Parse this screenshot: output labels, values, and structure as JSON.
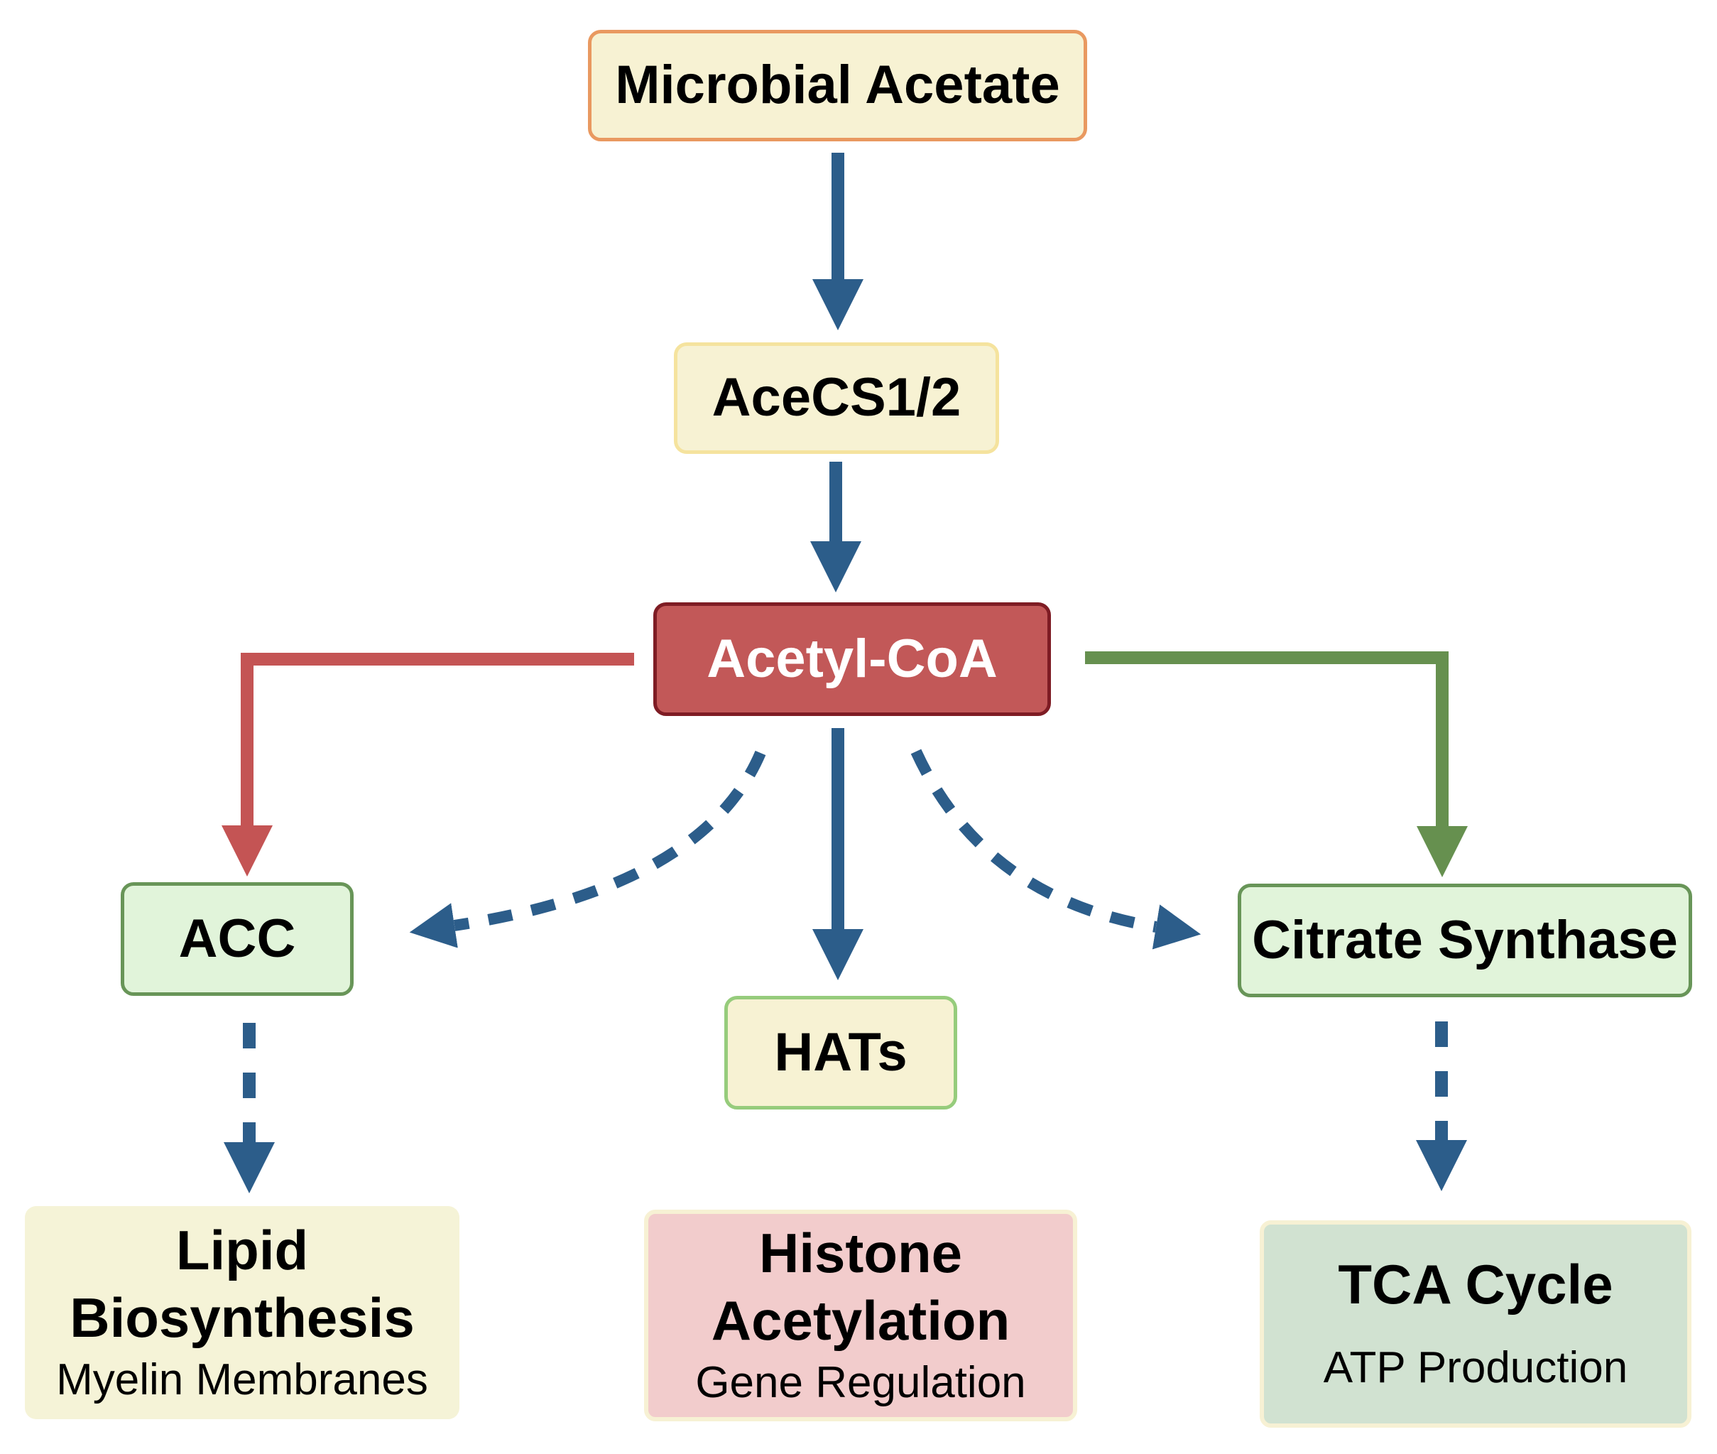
{
  "nodes": {
    "microbial_acetate": {
      "title": "Microbial Acetate"
    },
    "acecs": {
      "title": "AceCS1/2"
    },
    "acetyl_coa": {
      "title": "Acetyl-CoA"
    },
    "acc": {
      "title": "ACC"
    },
    "hats": {
      "title": "HATs"
    },
    "citrate_synthase": {
      "title": "Citrate Synthase"
    },
    "lipid_biosynthesis": {
      "title_line1": "Lipid",
      "title_line2": "Biosynthesis",
      "subtitle": "Myelin Membranes"
    },
    "histone_acetylation": {
      "title_line1": "Histone",
      "title_line2": "Acetylation",
      "subtitle": "Gene Regulation"
    },
    "tca_cycle": {
      "title": "TCA Cycle",
      "subtitle": "ATP Production"
    }
  },
  "colors": {
    "arrow_blue": "#2c5d8a",
    "arrow_red": "#c45454",
    "arrow_green": "#66904f"
  },
  "edges": [
    {
      "from": "microbial_acetate",
      "to": "acecs",
      "style": "solid",
      "color": "blue"
    },
    {
      "from": "acecs",
      "to": "acetyl_coa",
      "style": "solid",
      "color": "blue"
    },
    {
      "from": "acetyl_coa",
      "to": "acc",
      "style": "solid",
      "color": "red"
    },
    {
      "from": "acetyl_coa",
      "to": "citrate_synthase",
      "style": "solid",
      "color": "green"
    },
    {
      "from": "acetyl_coa",
      "to": "hats",
      "style": "solid",
      "color": "blue"
    },
    {
      "from": "acetyl_coa",
      "to": "acc",
      "style": "dashed",
      "color": "blue"
    },
    {
      "from": "acetyl_coa",
      "to": "citrate_synthase",
      "style": "dashed",
      "color": "blue"
    },
    {
      "from": "acc",
      "to": "lipid_biosynthesis",
      "style": "dashed",
      "color": "blue"
    },
    {
      "from": "citrate_synthase",
      "to": "tca_cycle",
      "style": "dashed",
      "color": "blue"
    }
  ]
}
